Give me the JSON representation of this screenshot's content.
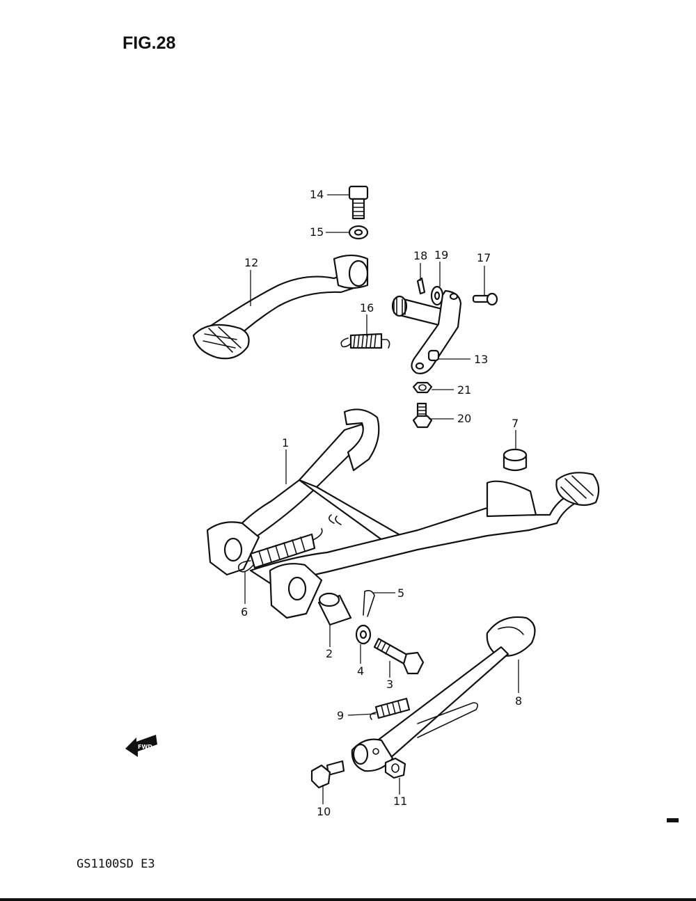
{
  "header": {
    "figure_label": "FIG.28"
  },
  "footer": {
    "model_code": "GS1100SD E3"
  },
  "direction_badge": {
    "text": "FWD"
  },
  "callouts": {
    "c1": "1",
    "c2": "2",
    "c3": "3",
    "c4": "4",
    "c5": "5",
    "c6": "6",
    "c7": "7",
    "c8": "8",
    "c9": "9",
    "c10": "10",
    "c11": "11",
    "c12": "12",
    "c13": "13",
    "c14": "14",
    "c15": "15",
    "c16": "16",
    "c17": "17",
    "c18": "18",
    "c19": "19",
    "c20": "20",
    "c21": "21"
  }
}
